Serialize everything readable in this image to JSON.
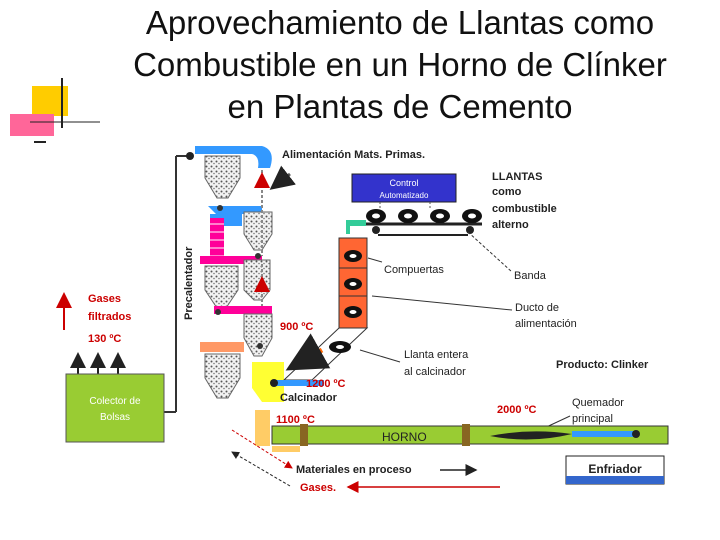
{
  "title": {
    "line1": "Aprovechamiento de Llantas como",
    "line2": "Combustible en un Horno de Clínker",
    "line3": "en Plantas de Cemento"
  },
  "labels": {
    "alimentacion": "Alimentación  Mats. Primas.",
    "control_line1": "Control",
    "control_line2": "Automatizado",
    "llantas1": "LLANTAS",
    "llantas2": "como",
    "llantas3": "combustible",
    "llantas4": "alterno",
    "compuertas": "Compuertas",
    "banda": "Banda",
    "ducto1": "Ducto de",
    "ducto2": "alimentación",
    "precalentador": "Precalentador",
    "gases1": "Gases",
    "gases2": "filtrados",
    "temp_130": "130 ºC",
    "temp_900": "900 ºC",
    "llanta_entera1": "Llanta entera",
    "llanta_entera2": "al calcinador",
    "producto": "Producto:  Clinker",
    "temp_1200": "1200 ºC",
    "calcinador": "Calcinador",
    "colector1": "Colector de",
    "colector2": "Bolsas",
    "temp_2000": "2000 ºC",
    "quemador1": "Quemador",
    "quemador2": "principal",
    "temp_1100": "1100 ºC",
    "horno": "HORNO",
    "materiales": "Materiales en proceso",
    "gases_out": "Gases.",
    "enfriador": "Enfriador"
  },
  "colors": {
    "blue": "#3399ff",
    "magenta": "#ff0099",
    "orange": "#ff6633",
    "yellow": "#ffff33",
    "green": "#99cc33",
    "control_box": "#3333cc",
    "enfriador_box": "#3366cc",
    "red": "#cc0000"
  }
}
